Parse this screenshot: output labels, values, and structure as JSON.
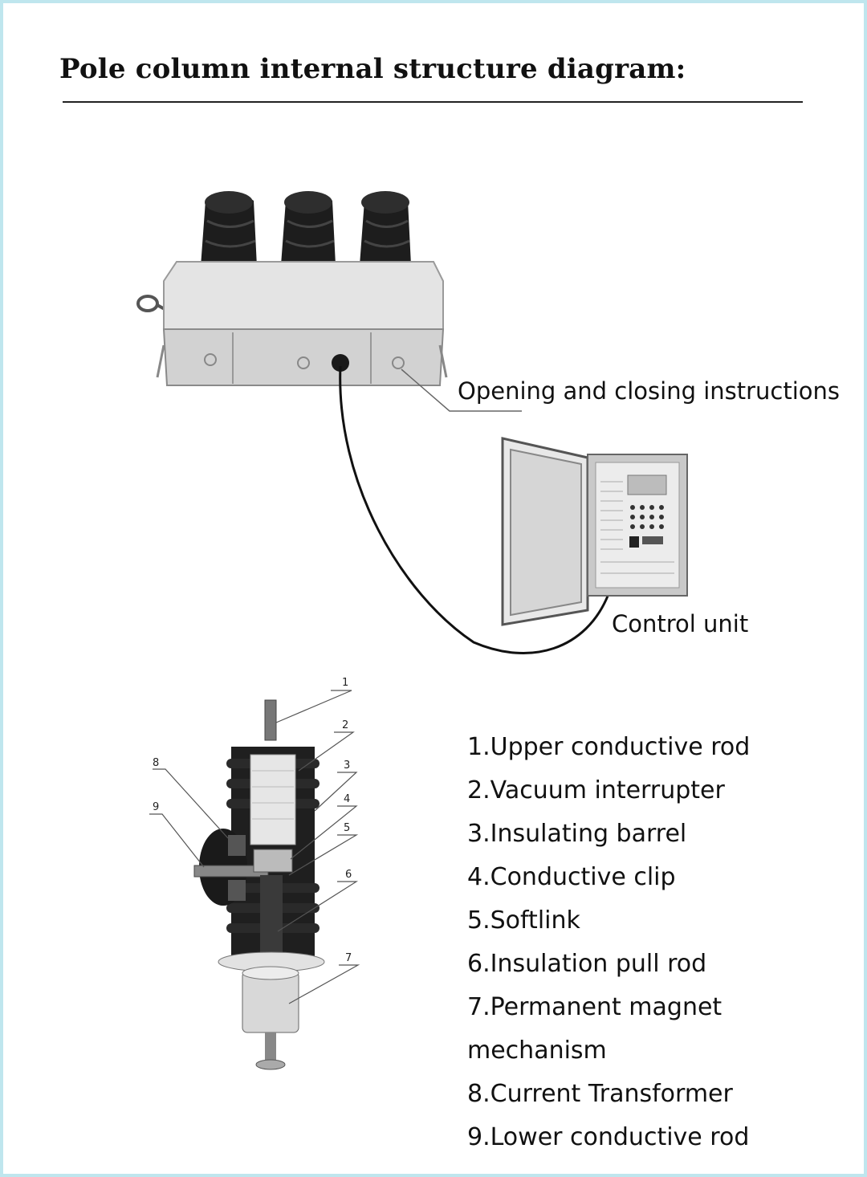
{
  "title": "Pole column internal structure diagram:",
  "callouts": {
    "opening_closing": "Opening and closing instructions",
    "control_unit": "Control unit"
  },
  "part_numbers": [
    "1",
    "2",
    "3",
    "4",
    "5",
    "6",
    "7",
    "8",
    "9"
  ],
  "legend": [
    "1.Upper conductive rod",
    "2.Vacuum interrupter",
    "3.Insulating barrel",
    "4.Conductive clip",
    "5.Softlink",
    "6.Insulation pull rod",
    "7.Permanent magnet",
    "mechanism",
    "8.Current Transformer",
    "9.Lower conductive rod"
  ],
  "colors": {
    "frame": "#bfe6ee",
    "bushing": "#1d1d1d",
    "housing": "#dcdcdc",
    "cabinet": "#cfcfcf"
  }
}
